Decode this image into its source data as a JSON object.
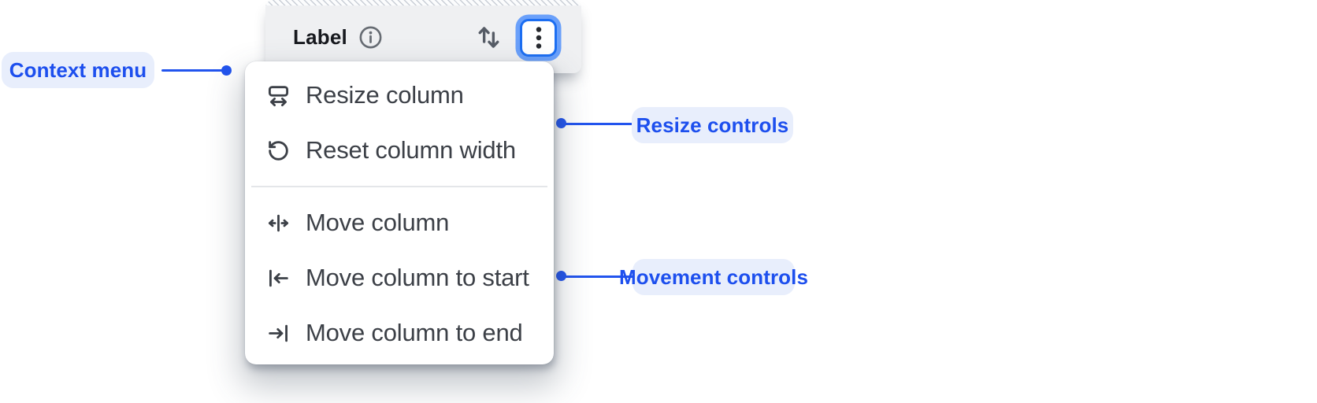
{
  "column_header": {
    "label": "Label",
    "info_icon": "info-icon",
    "sort_icon": "sort-vertical-icon",
    "more_icon": "kebab-menu-icon"
  },
  "context_menu": {
    "items": [
      {
        "icon": "resize-column-icon",
        "label": "Resize column"
      },
      {
        "icon": "reset-column-width-icon",
        "label": "Reset column width"
      },
      {
        "icon": "move-column-icon",
        "label": "Move column"
      },
      {
        "icon": "move-column-to-start-icon",
        "label": "Move column to start"
      },
      {
        "icon": "move-column-to-end-icon",
        "label": "Move column to end"
      }
    ]
  },
  "annotations": {
    "context_menu": "Context menu",
    "resize_controls": "Resize controls",
    "movement_controls": "Movement controls"
  },
  "colors": {
    "annotation_blue": "#1d4fee",
    "annotation_pill_bg": "#e8eefc",
    "focus_border_blue": "#1c6ef2",
    "focus_ring_blue": "#6aa0fa",
    "header_bg": "#eff0f2",
    "menu_text": "#3c4047"
  }
}
